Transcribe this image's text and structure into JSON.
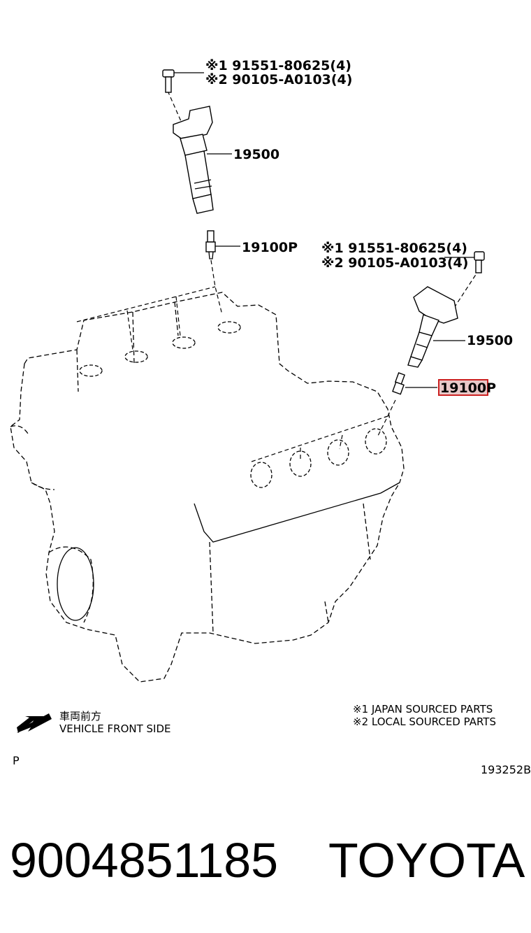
{
  "diagram": {
    "callouts": {
      "top_bolt_line1": "※1 91551-80625(4)",
      "top_bolt_line2": "※2 90105-A0103(4)",
      "top_coil": "19500",
      "top_plug": "19100P",
      "right_bolt_line1": "※1 91551-80625(4)",
      "right_bolt_line2": "※2 90105-A0103(4)",
      "right_coil": "19500",
      "right_plug_highlighted": "19100P"
    },
    "direction": {
      "jp_label": "車両前方",
      "en_label": "VEHICLE FRONT SIDE"
    },
    "legend": {
      "note1": "※1 JAPAN SOURCED PARTS",
      "note2": "※2 LOCAL SOURCED PARTS"
    },
    "page_marker": "P",
    "diagram_id": "193252B",
    "highlight_color": "#cc2222"
  },
  "footer": {
    "part_number": "9004851185",
    "brand": "TOYOTA"
  }
}
